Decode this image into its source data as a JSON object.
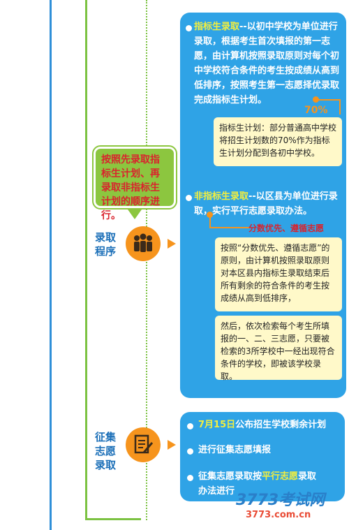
{
  "section1": {
    "label": "录取\n程序",
    "icon": "people-icon",
    "rule_box": "按照先录取指标生计划、再录取非指标生计划的顺序进行。",
    "targeted": {
      "title": "指标生录取",
      "text": "--以初中学校为单位进行录取，根据考生首次填报的第一志愿，由计算机按照录取原则对每个初中学校符合条件的考生按成绩从高到低排序，按照考生第一志愿择优录取完成指标生计划。",
      "tag": "70%",
      "note": "指标生计划：部分普通高中学校将招生计划数的70%作为指标生计划分配到各初中学校。"
    },
    "non_targeted": {
      "title": "非指标生录取",
      "text": "--以区县为单位进行录取，实行平行志愿录取办法。",
      "tag": "分数优先、遵循志愿",
      "note1": "按照“分数优先、遵循志愿”的原则，由计算机按照录取原则对本区县内指标生录取结束后所有剩余的符合条件的考生按成绩从高到低排序，",
      "note2": "然后，依次检索每个考生所填报的一、二、三志愿，只要被检索的3所学校中一经出现符合条件的学校，即被该学校录取。"
    }
  },
  "section2": {
    "label": "征集\n志愿\n录取",
    "icon": "document-pen-icon",
    "step1_date": "7月15日",
    "step1_text": "公布招生学校剩余计划",
    "step2": "进行征集志愿填报",
    "step3_a": "征集志愿录取按",
    "step3_b": "平行志愿",
    "step3_c": "录取",
    "step3_d": "办法进行"
  },
  "watermark": {
    "line1": "3773考试网",
    "line2": "3773.com.cn"
  },
  "colors": {
    "panel_blue": "#2fa3e6",
    "accent_orange": "#f6941d",
    "green": "#8cc63f",
    "red_text": "#d9232d",
    "yellow_text": "#f4ef3e"
  }
}
